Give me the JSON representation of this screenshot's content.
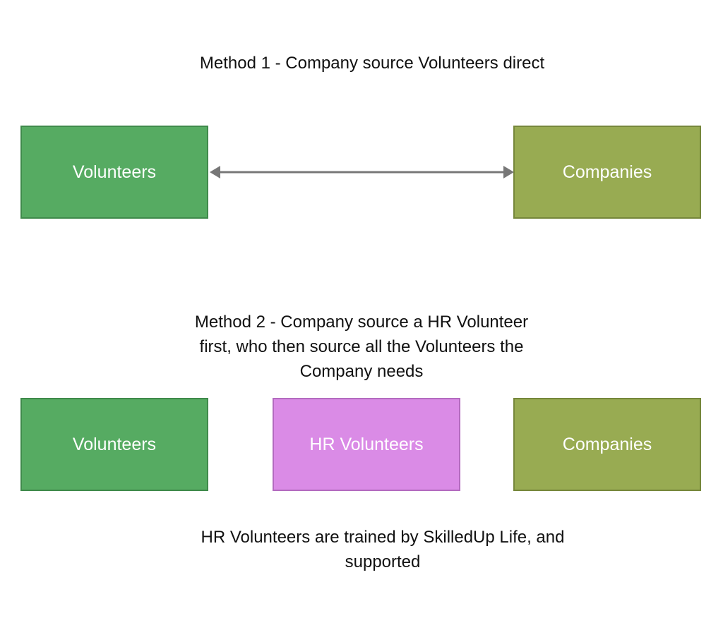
{
  "method1": {
    "title": "Method 1 - Company source Volunteers direct",
    "left_box": {
      "label": "Volunteers",
      "color": "#56ab62"
    },
    "right_box": {
      "label": "Companies",
      "color": "#98ab52"
    },
    "connector": {
      "type": "bidirectional-arrow",
      "color": "#777777"
    }
  },
  "method2": {
    "title": "Method 2 - Company source a HR Volunteer\nfirst, who then source all the Volunteers the\nCompany needs",
    "left_box": {
      "label": "Volunteers",
      "color": "#56ab62"
    },
    "middle_box": {
      "label": "HR Volunteers",
      "color": "#da8be6"
    },
    "right_box": {
      "label": "Companies",
      "color": "#98ab52"
    }
  },
  "footer": {
    "note": "HR Volunteers are trained by SkilledUp Life, and\nsupported"
  }
}
